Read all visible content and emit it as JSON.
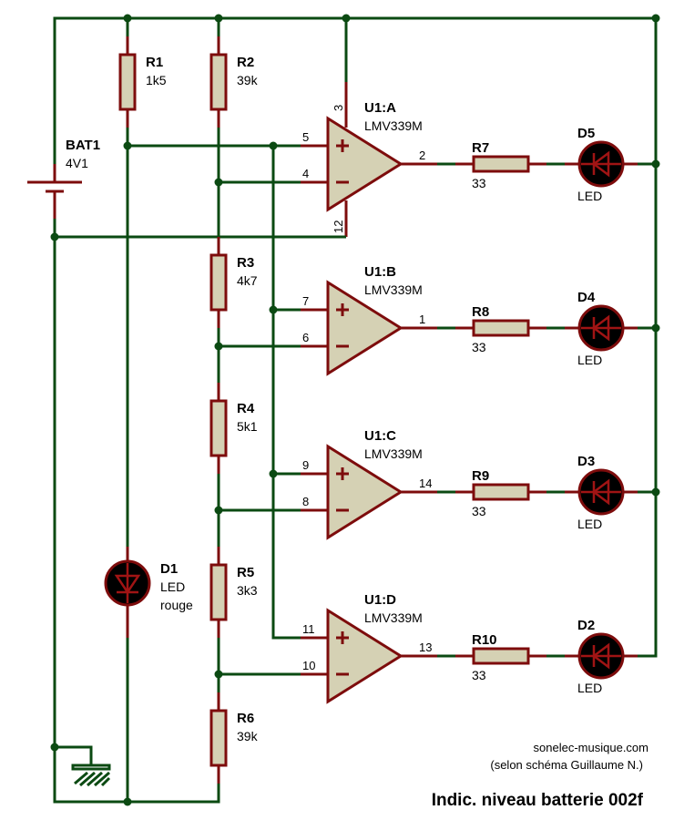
{
  "title": "Indic. niveau batterie 002f",
  "credits": [
    "sonelec-musique.com",
    "(selon schéma Guillaume N.)"
  ],
  "colors": {
    "wire": "#0b4a12",
    "lead": "#7d0c0c",
    "body": "#d5d1b4",
    "led": "#000000"
  },
  "battery": {
    "ref": "BAT1",
    "value": "4V1"
  },
  "resistors": [
    {
      "ref": "R1",
      "value": "1k5"
    },
    {
      "ref": "R2",
      "value": "39k"
    },
    {
      "ref": "R3",
      "value": "4k7"
    },
    {
      "ref": "R4",
      "value": "5k1"
    },
    {
      "ref": "R5",
      "value": "3k3"
    },
    {
      "ref": "R6",
      "value": "39k"
    },
    {
      "ref": "R7",
      "value": "33"
    },
    {
      "ref": "R8",
      "value": "33"
    },
    {
      "ref": "R9",
      "value": "33"
    },
    {
      "ref": "R10",
      "value": "33"
    }
  ],
  "ref_diode": {
    "ref": "D1",
    "value": "LED",
    "value2": "rouge"
  },
  "comparators": [
    {
      "ref": "U1:A",
      "part": "LMV339M",
      "pin_plus": "5",
      "pin_minus": "4",
      "pin_out": "2",
      "pin_vcc": "3",
      "pin_gnd": "12"
    },
    {
      "ref": "U1:B",
      "part": "LMV339M",
      "pin_plus": "7",
      "pin_minus": "6",
      "pin_out": "1"
    },
    {
      "ref": "U1:C",
      "part": "LMV339M",
      "pin_plus": "9",
      "pin_minus": "8",
      "pin_out": "14"
    },
    {
      "ref": "U1:D",
      "part": "LMV339M",
      "pin_plus": "11",
      "pin_minus": "10",
      "pin_out": "13"
    }
  ],
  "leds": [
    {
      "ref": "D5",
      "value": "LED"
    },
    {
      "ref": "D4",
      "value": "LED"
    },
    {
      "ref": "D3",
      "value": "LED"
    },
    {
      "ref": "D2",
      "value": "LED"
    }
  ],
  "signs": {
    "plus": "+",
    "minus": "−"
  }
}
